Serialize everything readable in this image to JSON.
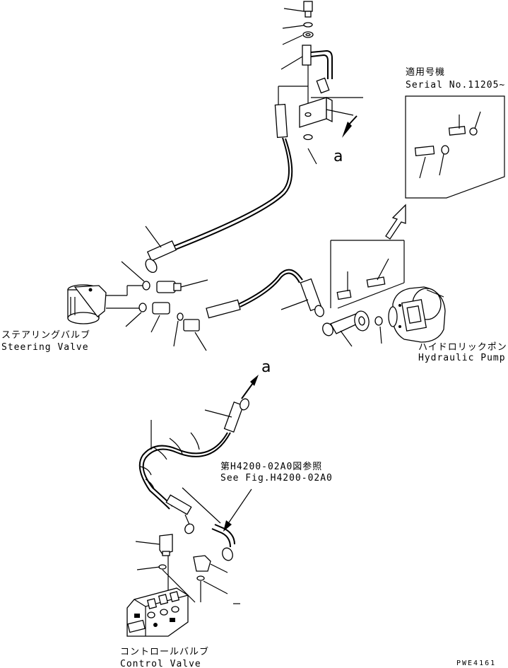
{
  "labels": {
    "serial_jp": "適用号機",
    "serial_en": "Serial No.11205~",
    "steering_jp": "ステアリングバルブ",
    "steering_en": "Steering Valve",
    "pump_jp": "ハイドロリックポンプ",
    "pump_en": "Hydraulic Pump",
    "see_fig_jp": "第H4200-02A0図参照",
    "see_fig_en": "See Fig.H4200-02A0",
    "control_jp": "コントロールバルブ",
    "control_en": "Control Valve",
    "view_marker_top": "a",
    "view_marker_mid": "a",
    "drawing_code": "PWE4161"
  }
}
